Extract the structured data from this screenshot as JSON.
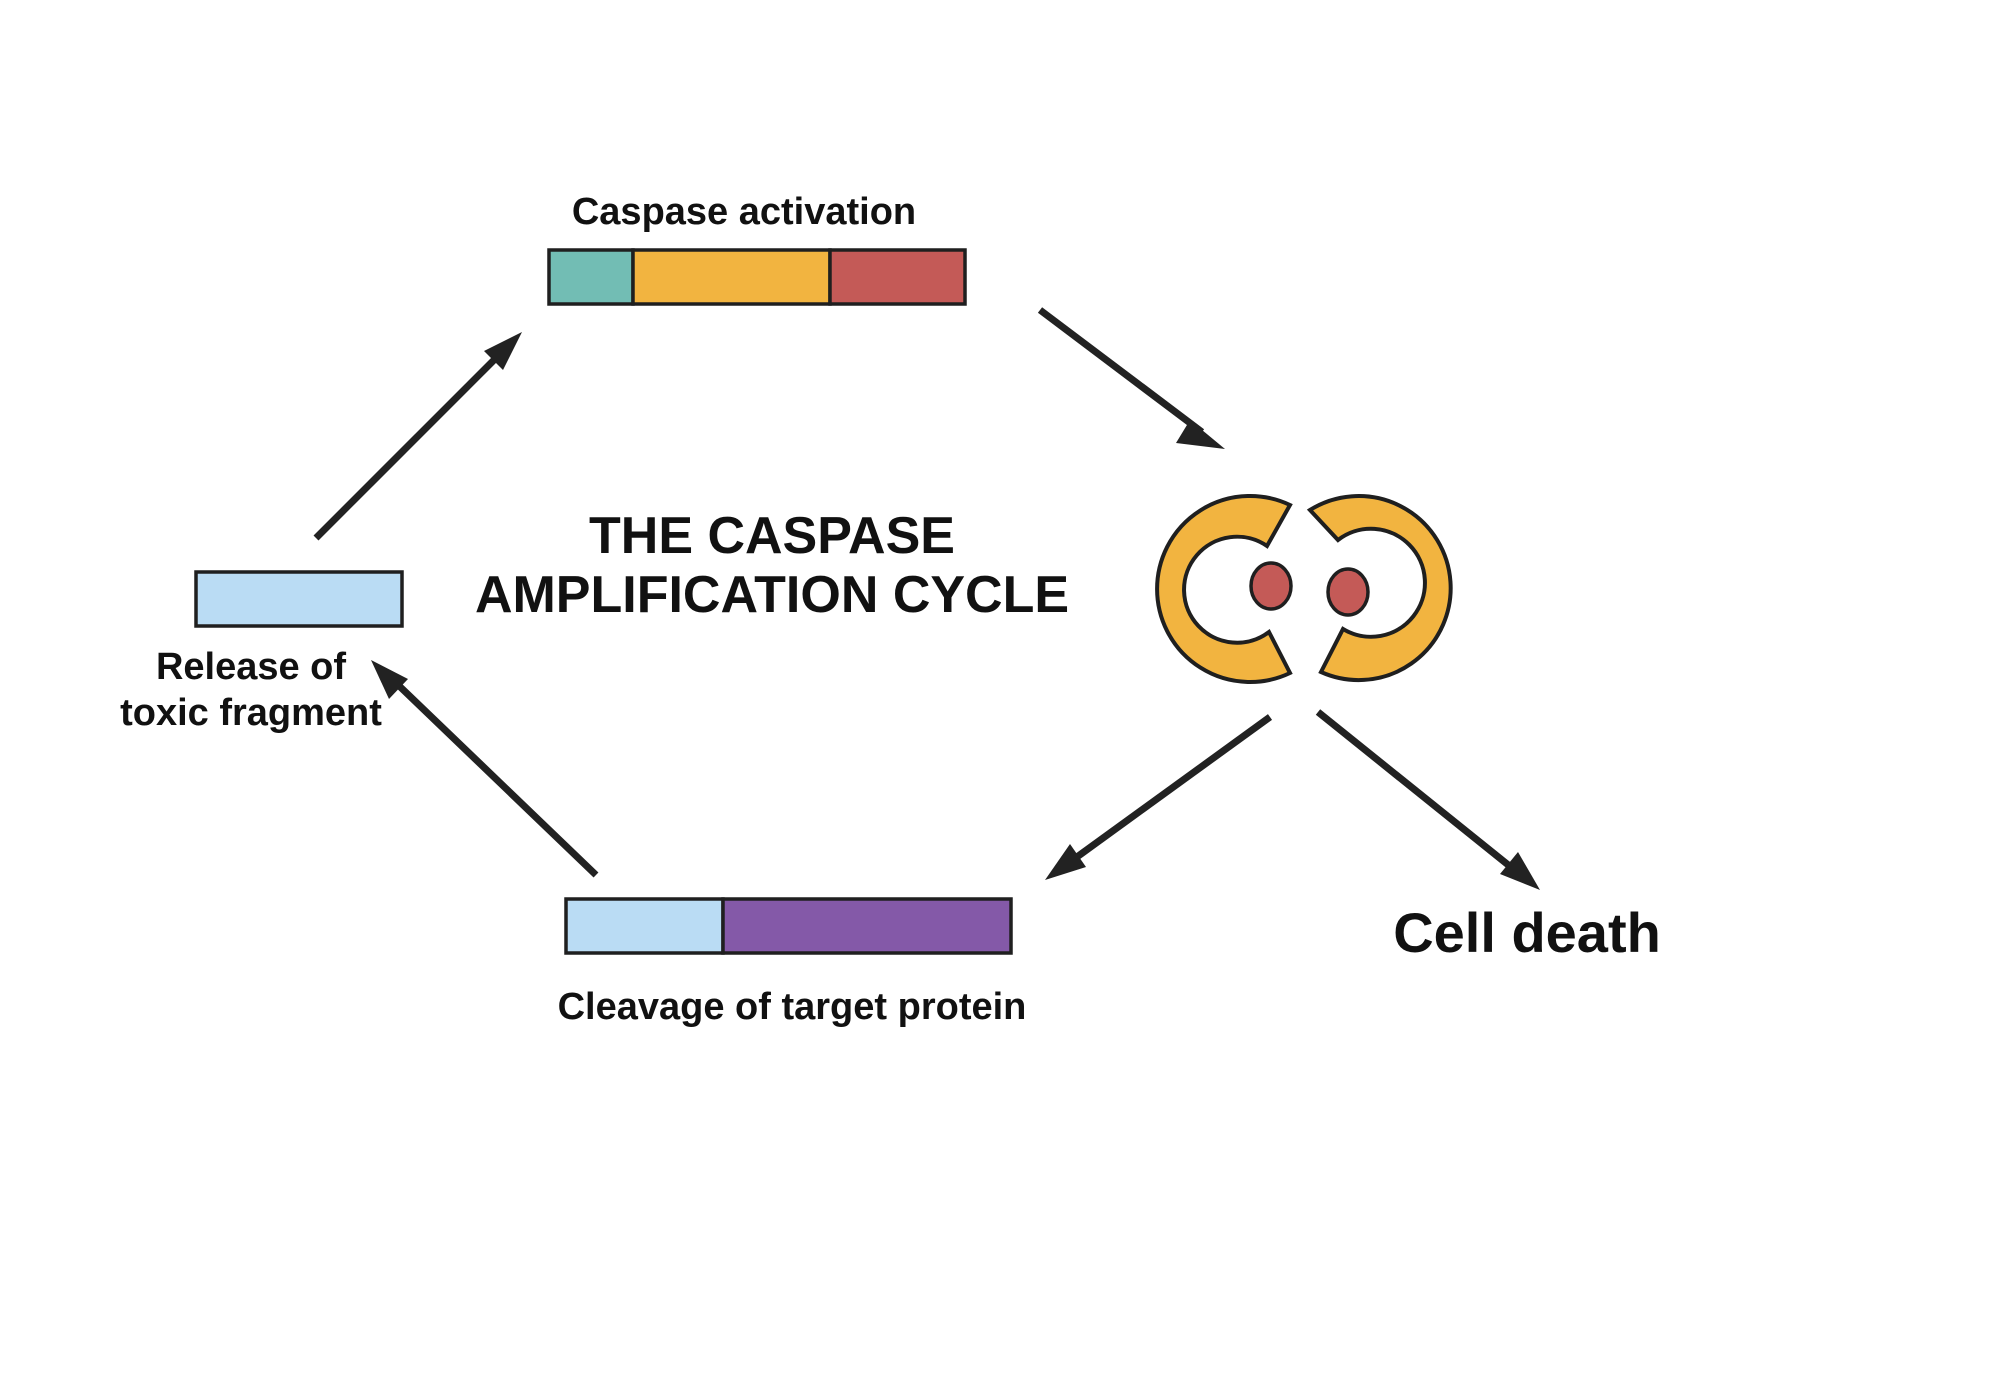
{
  "title": {
    "line1": "THE CASPASE",
    "line2": "AMPLIFICATION CYCLE"
  },
  "steps": {
    "caspase_activation": "Caspase activation",
    "release_line1": "Release of",
    "release_line2": "toxic fragment",
    "cleavage": "Cleavage of target protein",
    "cell_death": "Cell death"
  },
  "colors": {
    "teal": "#72bdb4",
    "orange": "#f2b440",
    "red": "#c45a57",
    "light_blue": "#badcf4",
    "purple": "#8459a8",
    "arrow": "#222222"
  }
}
